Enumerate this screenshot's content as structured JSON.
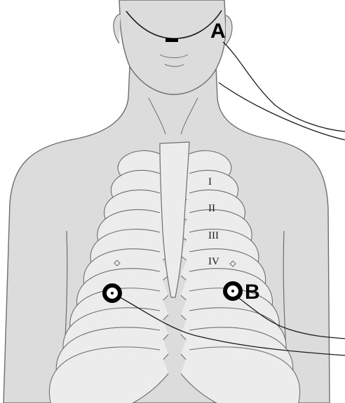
{
  "diagram": {
    "colors": {
      "background": "#ffffff",
      "skin": "#dcdcdc",
      "bone": "#ececec",
      "outline": "#6e6e6e",
      "wire": "#1a1a1a",
      "marker": "#000000"
    },
    "labels": {
      "marker_a": "A",
      "marker_b": "B"
    },
    "rib_numerals": [
      "I",
      "II",
      "III",
      "IV"
    ],
    "electrodes": [
      {
        "id": "neck-electrode",
        "label": "A"
      },
      {
        "id": "left-electrode",
        "label": ""
      },
      {
        "id": "right-electrode",
        "label": "B"
      }
    ]
  }
}
